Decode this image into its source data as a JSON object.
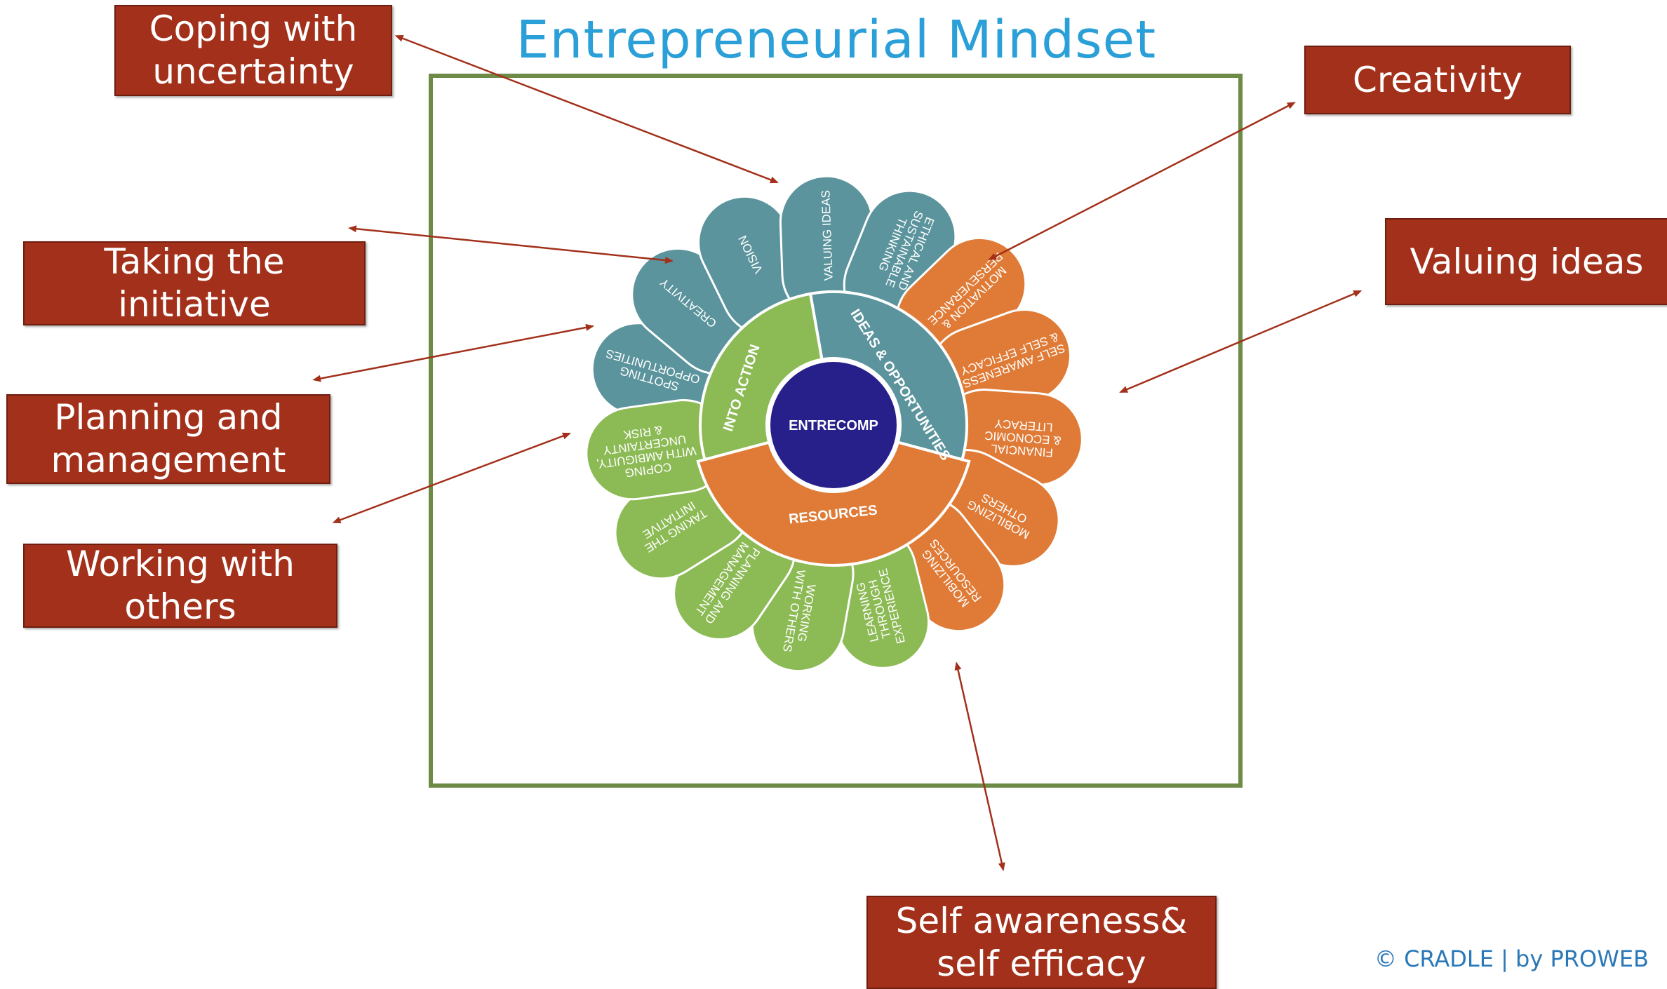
{
  "title": "Entrepreneurial Mindset",
  "callouts": {
    "coping": "Coping with\nuncertainty",
    "initiative": "Taking the\ninitiative",
    "planning": "Planning and\nmanagement",
    "working": "Working with\nothers",
    "creativity": "Creativity",
    "valuing": "Valuing ideas",
    "selfaware": "Self awareness&\nself efficacy"
  },
  "wheel": {
    "center": "ENTRECOMP",
    "areas": {
      "into_action": "INTO ACTION",
      "ideas": "IDEAS & OPPORTUNITIES",
      "resources": "RESOURCES"
    },
    "petals": [
      {
        "label": "SPOTTING\nOPPORTUNITIES",
        "area": "ideas"
      },
      {
        "label": "CREATIVITY",
        "area": "ideas"
      },
      {
        "label": "VISION",
        "area": "ideas"
      },
      {
        "label": "VALUING IDEAS",
        "area": "ideas"
      },
      {
        "label": "ETHICAL AND\nSUSTAINABLE\nTHINKING",
        "area": "ideas"
      },
      {
        "label": "MOTIVATION &\nPERSEVERANCE",
        "area": "resources"
      },
      {
        "label": "SELF AWARENESS\n& SELF EFFICACY",
        "area": "resources"
      },
      {
        "label": "FINANCIAL\n& ECONOMIC\nLITERACY",
        "area": "resources"
      },
      {
        "label": "MOBILIZING\nOTHERS",
        "area": "resources"
      },
      {
        "label": "MOBILIZING\nRESOURCES",
        "area": "resources"
      },
      {
        "label": "LEARNING\nTHROUGH\nEXPERIENCE",
        "area": "action"
      },
      {
        "label": "WORKING\nWITH OTHERS",
        "area": "action"
      },
      {
        "label": "PLANNING AND\nMANAGEMENT",
        "area": "action"
      },
      {
        "label": "TAKING THE\nINITIATIVE",
        "area": "action"
      },
      {
        "label": "COPING\nWITH AMBIGUITY,\nUNCERTAINTY\n& RISK",
        "area": "action"
      }
    ]
  },
  "colors": {
    "callout_bg": "#a2301a",
    "arrow": "#a2301a",
    "frame": "#6e8a47",
    "ideas": "#5b949c",
    "ideas_dark": "#26686d",
    "action": "#8cba55",
    "action_dark": "#4f9a3b",
    "resources": "#df7b36",
    "resources_dark": "#c2481f",
    "center": "#27208a"
  },
  "credit": "© CRADLE | by PROWEB"
}
